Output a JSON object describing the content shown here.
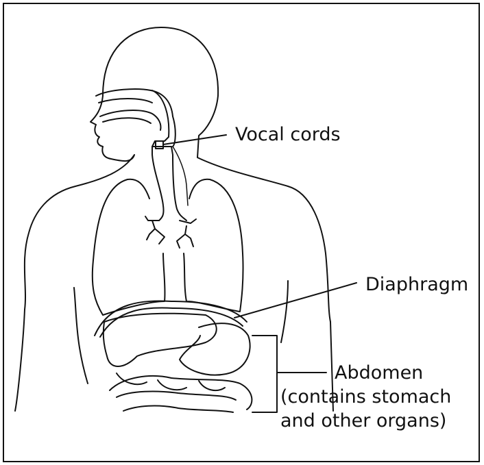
{
  "labels": {
    "vocal_cords": "Vocal cords",
    "diaphragm": "Diaphragm",
    "abdomen": "Abdomen",
    "abdomen_note_line1": "(contains stomach",
    "abdomen_note_line2": "and other organs)"
  }
}
